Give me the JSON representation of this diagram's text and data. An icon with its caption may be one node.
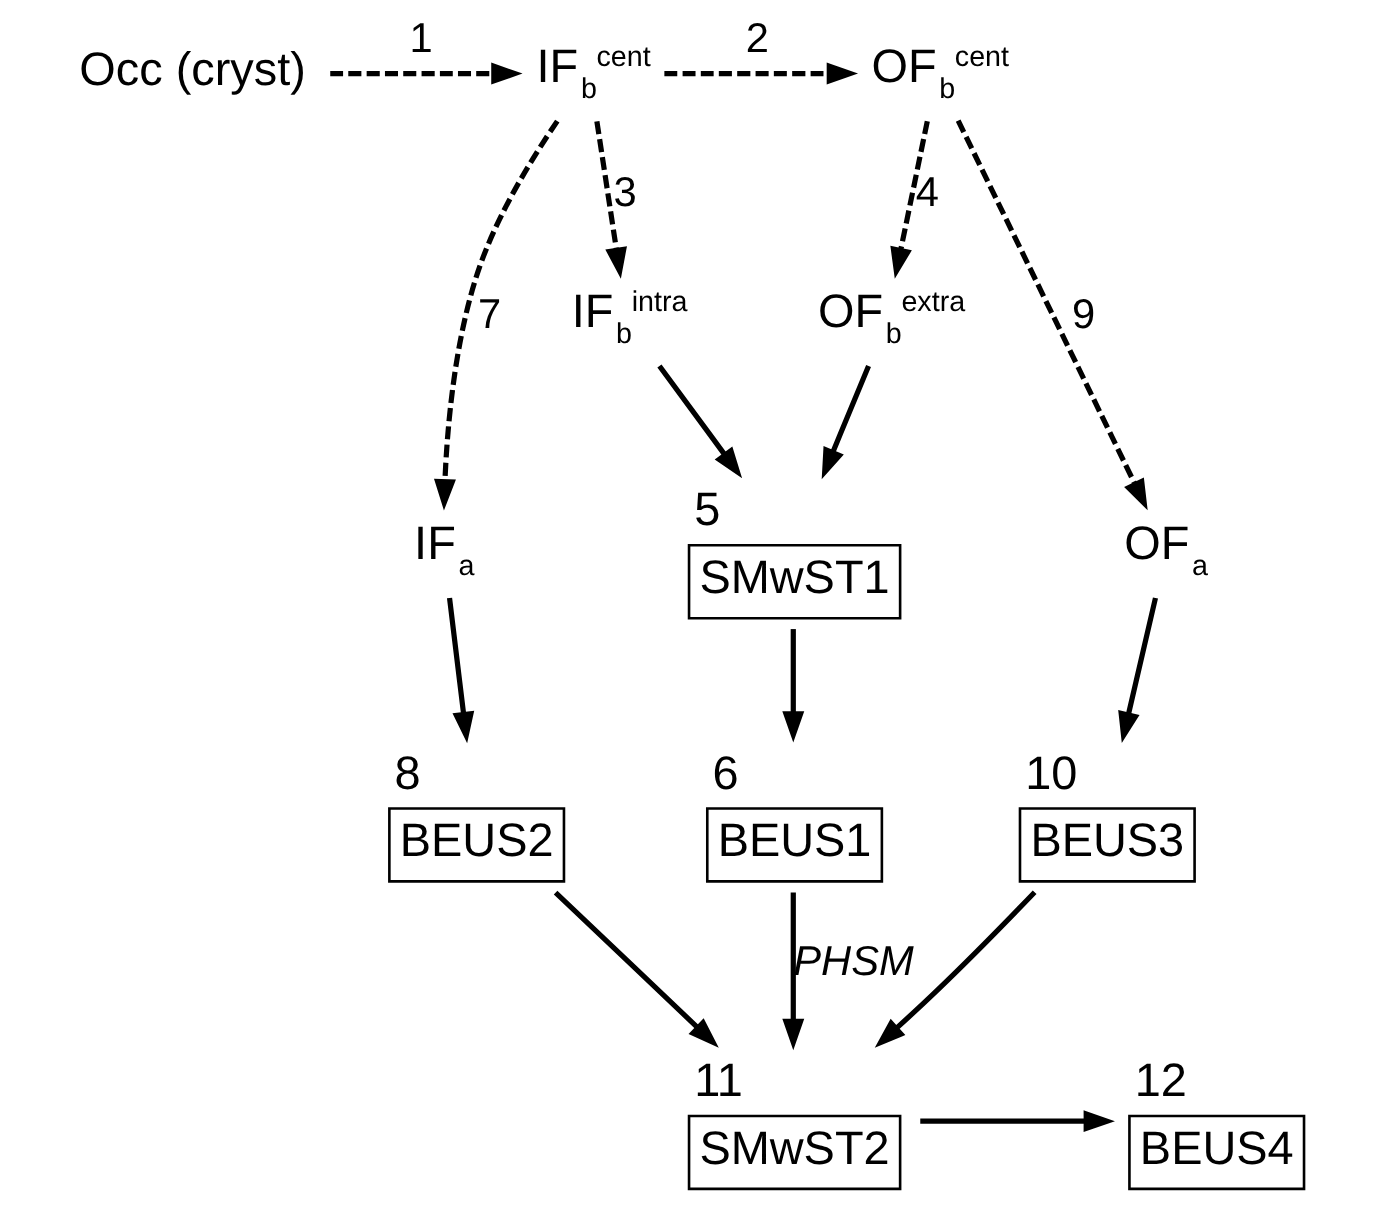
{
  "diagram": {
    "nodes": [
      {
        "text": [
          "Occ (cryst)"
        ]
      },
      {
        "text": [
          "IF$_{b}$$^{cent}$"
        ]
      },
      {
        "text": [
          "OF$_{b}$$^{cent}$"
        ]
      },
      {
        "text": [
          "IF$_{b}$$^{intra}$"
        ]
      },
      {
        "text": [
          "OF$_{b}$$^{extra}$"
        ]
      },
      {
        "text": [
          "IF$_{a}$"
        ]
      },
      {
        "text": [
          "SMwST1"
        ],
        "beside": [
          "5"
        ]
      },
      {
        "text": [
          "OF$_{a}$"
        ]
      },
      {
        "text": [
          "BEUS2"
        ],
        "beside": [
          "8"
        ]
      },
      {
        "text": [
          "BEUS1"
        ],
        "beside": [
          "6"
        ]
      },
      {
        "text": [
          "BEUS3"
        ],
        "beside": [
          "10"
        ]
      },
      {
        "text": [
          "SMwST2"
        ],
        "beside": [
          "11"
        ]
      },
      {
        "text": [
          "BEUS4"
        ],
        "beside": [
          "12"
        ]
      }
    ],
    "edges": [
      {
        "from": 0,
        "to": 1,
        "arrow": "to",
        "style": "dashed",
        "label": "1"
      },
      {
        "from": 1,
        "to": 2,
        "arrow": "to",
        "style": "dashed",
        "label": "2"
      },
      {
        "from": 1,
        "to": 3,
        "arrow": "to",
        "style": "dashed",
        "label": "3"
      },
      {
        "from": 2,
        "to": 4,
        "arrow": "to",
        "style": "dashed",
        "label": "4"
      },
      {
        "from": 1,
        "to": 5,
        "arrow": "to",
        "style": "dashed",
        "label": "7"
      },
      {
        "from": 2,
        "to": 7,
        "arrow": "to",
        "style": "dashed",
        "label": "9"
      },
      {
        "from": 3,
        "to": 6,
        "arrow": "to"
      },
      {
        "from": 4,
        "to": 6,
        "arrow": "to"
      },
      {
        "from": 5,
        "to": 8,
        "arrow": "to"
      },
      {
        "from": 6,
        "to": 9,
        "arrow": "to"
      },
      {
        "from": 7,
        "to": 10,
        "arrow": "to"
      },
      {
        "from": 8,
        "to": 11,
        "arrow": "to"
      },
      {
        "from": 9,
        "to": 11,
        "arrow": "to",
        "label": "PHSM"
      },
      {
        "from": 10,
        "to": 11,
        "arrow": "to"
      },
      {
        "from": 11,
        "to": 12,
        "arrow": "to"
      }
    ]
  }
}
